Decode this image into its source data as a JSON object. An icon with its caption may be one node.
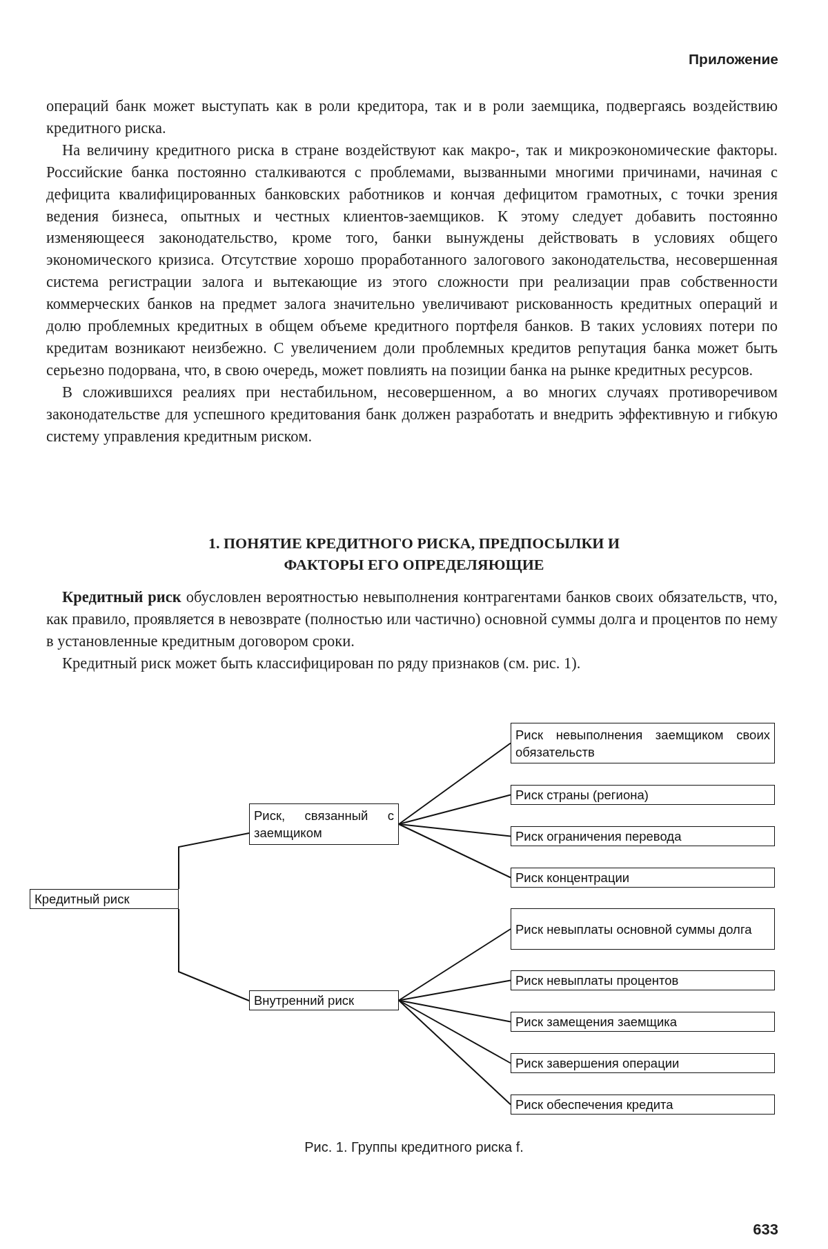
{
  "diagram": {
    "title": "1. ПОНЯТИЕ КРЕДИТНОГО РИСКА, ПРЕДПОСЫЛКИ И ФАКТОРЫ ЕГО ОПРЕДЕЛЯЮЩИЕ",
    "caption": "Рис. 1. Группы кредитного риска f.",
    "nodes": [
      {
        "text": [
          "Кредитный риск"
        ]
      },
      {
        "text": [
          "Риск, связанный с заемщиком"
        ]
      },
      {
        "text": [
          "Риск невыполнения заемщиком своих обязательств"
        ]
      },
      {
        "text": [
          "Риск страны (региона)"
        ]
      },
      {
        "text": [
          "Риск ограничения перевода"
        ]
      },
      {
        "text": [
          "Риск концентрации"
        ]
      },
      {
        "text": [
          "Внутренний риск"
        ]
      },
      {
        "text": [
          "Риск невыплаты основной суммы долга"
        ]
      },
      {
        "text": [
          "Риск невыплаты процентов"
        ]
      },
      {
        "text": [
          "Риск замещения заемщика"
        ]
      },
      {
        "text": [
          "Риск завершения операции"
        ]
      },
      {
        "text": [
          "Риск обеспечения кредита"
        ]
      }
    ],
    "edges": [
      {
        "from": 0,
        "to": 1,
        "arrow": "none"
      },
      {
        "from": 0,
        "to": 6,
        "arrow": "none"
      },
      {
        "from": 1,
        "to": 2,
        "arrow": "none"
      },
      {
        "from": 1,
        "to": 3,
        "arrow": "none"
      },
      {
        "from": 1,
        "to": 4,
        "arrow": "none"
      },
      {
        "from": 1,
        "to": 5,
        "arrow": "none"
      },
      {
        "from": 6,
        "to": 7,
        "arrow": "none"
      },
      {
        "from": 6,
        "to": 8,
        "arrow": "none"
      },
      {
        "from": 6,
        "to": 9,
        "arrow": "none"
      },
      {
        "from": 6,
        "to": 10,
        "arrow": "none"
      },
      {
        "from": 6,
        "to": 11,
        "arrow": "none"
      }
    ],
    "labels": [
      "Приложение",
      "операций банк может выступать как в роли кредитора, так и в роли заемщика, подвергаясь воздействию кредитного риска.",
      "На величину кредитного риска в стране воздействуют как макро-, так и микроэкономические факторы. Российские банка постоянно сталкиваются с проблемами, вызванными многими причинами, начиная с дефицита квалифицированных банковских работников и кончая дефицитом грамотных, с точки зрения ведения бизнеса, опытных и честных клиентов-заемщиков. К этому следует добавить постоянно изменяющееся законодательство, кроме того, банки вынуждены действовать в условиях общего экономического кризиса. Отсутствие хорошо проработанного залогового законодательства, несовершенная система регистрации залога и вытекающие из этого сложности при реализации прав собственности коммерческих банков на предмет залога значительно увеличивают рискованность кредитных операций и долю проблемных кредитных в общем объеме кредитного портфеля банков. В таких условиях потери по кредитам возникают неизбежно. С увеличением доли проблемных кредитов репутация банка может быть серьезно подорвана, что, в свою очередь, может повлиять на позиции банка на рынке кредитных ресурсов.",
      "В сложившихся реалиях при нестабильном, несовершенном, а во многих случаях противоречивом законодательстве для успешного кредитования банк должен разработать и внедрить эффективную и гибкую систему управления кредитным риском.",
      "**Кредитный риск** обусловлен вероятностью невыполнения контрагентами банков своих обязательств, что, как правило, проявляется в невозврате (полностью или частично) основной суммы долга и процентов по нему в установленные кредитным договором сроки.",
      "Кредитный риск может быть классифицирован по ряду признаков (см. рис. 1).",
      "633"
    ]
  }
}
